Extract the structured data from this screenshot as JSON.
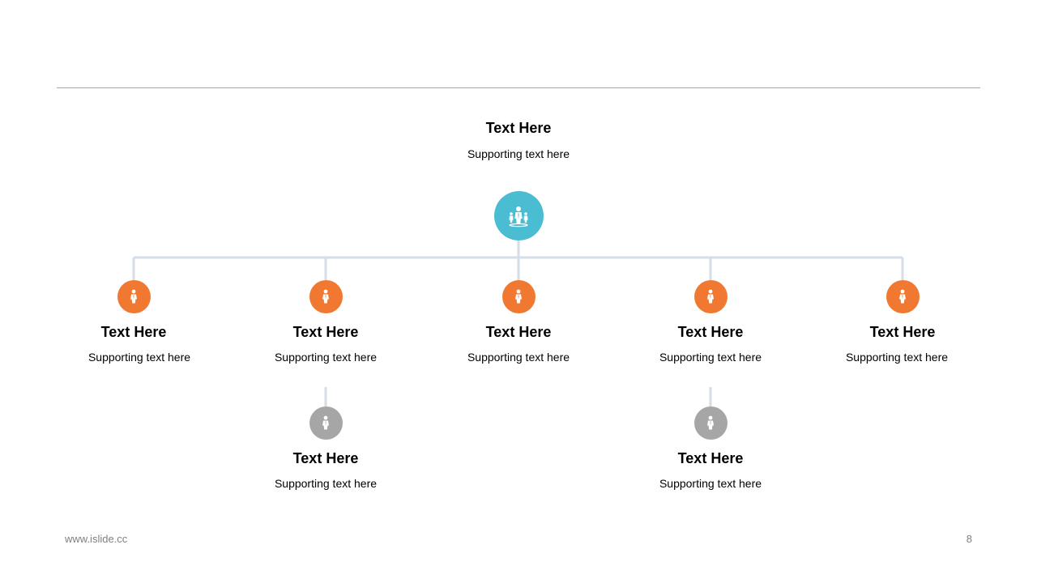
{
  "colors": {
    "root": "#4BBDD3",
    "level1": "#F07830",
    "level2": "#A6A6A6",
    "connector": "#D5DDE6",
    "icon": "#FFFFFF"
  },
  "root": {
    "title": "Text Here",
    "subtitle": "Supporting  text here",
    "icon": "business-people-icon"
  },
  "children": [
    {
      "title": "Text Here",
      "subtitle": "Supporting  text here",
      "icon": "person-icon"
    },
    {
      "title": "Text Here",
      "subtitle": "Supporting  text here",
      "icon": "person-icon"
    },
    {
      "title": "Text Here",
      "subtitle": "Supporting  text here",
      "icon": "person-icon"
    },
    {
      "title": "Text Here",
      "subtitle": "Supporting  text here",
      "icon": "person-icon"
    },
    {
      "title": "Text Here",
      "subtitle": "Supporting  text here",
      "icon": "person-icon"
    }
  ],
  "grandchildren": [
    {
      "parent_index": 1,
      "title": "Text Here",
      "subtitle": "Supporting  text here",
      "icon": "person-icon"
    },
    {
      "parent_index": 3,
      "title": "Text Here",
      "subtitle": "Supporting  text here",
      "icon": "person-icon"
    }
  ],
  "footer": {
    "url": "www.islide.cc",
    "page": "8"
  }
}
